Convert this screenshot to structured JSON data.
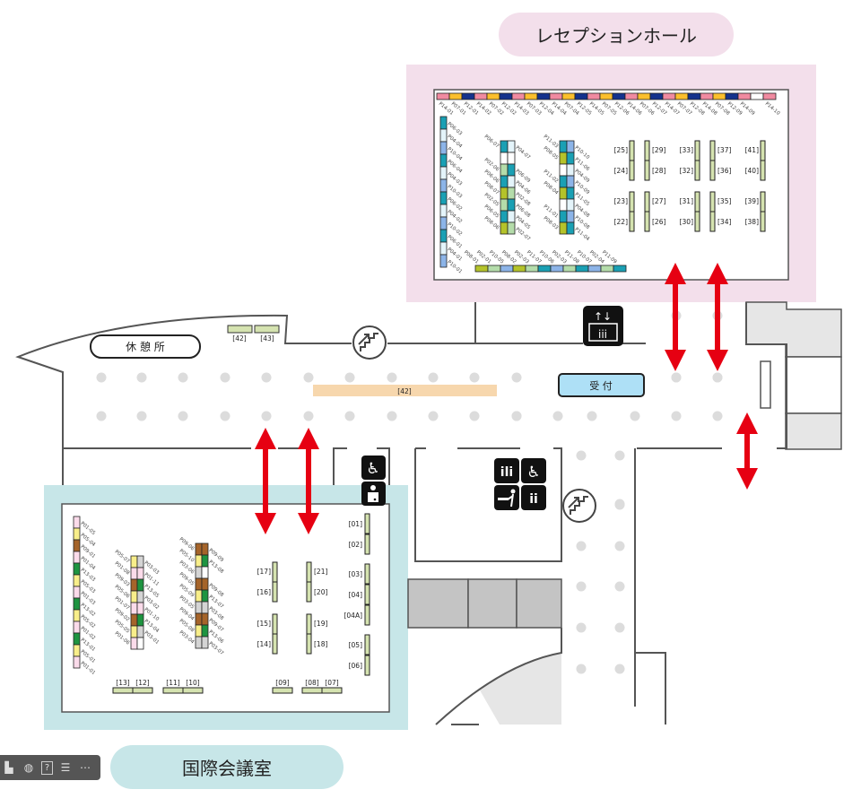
{
  "titles": {
    "reception_hall": "レセプションホール",
    "intl_conference_room": "国際会議室"
  },
  "labels": {
    "rest_area": "休 憩 所",
    "reception_desk": "受 付",
    "corridor_booth": "[42]"
  },
  "colors": {
    "reception_bg": "#f3dfeb",
    "conference_bg": "#c7e6e8",
    "arrow": "#e60012",
    "booth": "#d5e3b0",
    "corridor_booth": "#f7d7ad",
    "reception_desk": "#aee0f6",
    "pillar": "#dcdcdc",
    "wall": "#555555",
    "gray_area": "#e6e6e6",
    "pink": "#f08aa0",
    "orange": "#fbbf2c",
    "navy": "#14328c",
    "teal": "#1aa0b4",
    "lightblue": "#e4f4fa",
    "periwinkle": "#8cb4e8",
    "olive": "#b4c32a",
    "mint": "#b4dcaa",
    "lightpink": "#fbdbea",
    "yellow": "#f8ee8a",
    "brown": "#a5642a",
    "green": "#1e9440",
    "silver": "#d4d4d4",
    "white": "#ffffff"
  },
  "toolbar": {
    "items": [
      {
        "icon": "layout-icon",
        "glyph": "▙"
      },
      {
        "icon": "globe-icon",
        "glyph": "◍"
      },
      {
        "icon": "help-icon",
        "glyph": "?"
      },
      {
        "icon": "menu-icon",
        "glyph": "☰"
      },
      {
        "icon": "more-icon",
        "glyph": "⋯"
      }
    ]
  },
  "reception": {
    "top_row": [
      {
        "code": "P14-01",
        "color": "pink"
      },
      {
        "code": "P07-01",
        "color": "orange"
      },
      {
        "code": "P12-01",
        "color": "navy"
      },
      {
        "code": "P14-02",
        "color": "pink"
      },
      {
        "code": "P07-02",
        "color": "orange"
      },
      {
        "code": "P12-02",
        "color": "navy"
      },
      {
        "code": "P14-03",
        "color": "pink"
      },
      {
        "code": "P07-03",
        "color": "orange"
      },
      {
        "code": "P12-04",
        "color": "navy"
      },
      {
        "code": "P14-04",
        "color": "pink"
      },
      {
        "code": "P07-04",
        "color": "orange"
      },
      {
        "code": "P12-05",
        "color": "navy"
      },
      {
        "code": "P14-05",
        "color": "pink"
      },
      {
        "code": "P07-05",
        "color": "orange"
      },
      {
        "code": "P12-06",
        "color": "navy"
      },
      {
        "code": "P14-06",
        "color": "pink"
      },
      {
        "code": "P07-06",
        "color": "orange"
      },
      {
        "code": "P12-07",
        "color": "navy"
      },
      {
        "code": "P14-07",
        "color": "pink"
      },
      {
        "code": "P07-07",
        "color": "orange"
      },
      {
        "code": "P12-08",
        "color": "navy"
      },
      {
        "code": "P14-08",
        "color": "pink"
      },
      {
        "code": "P07-08",
        "color": "orange"
      },
      {
        "code": "P12-09",
        "color": "navy"
      },
      {
        "code": "P14-09",
        "color": "pink"
      },
      {
        "code": "",
        "color": "white"
      },
      {
        "code": "P14-10",
        "color": "pink"
      }
    ],
    "left_column": [
      {
        "code": "P06-03",
        "color": "teal"
      },
      {
        "code": "P04-04",
        "color": "lightblue"
      },
      {
        "code": "P10-04",
        "color": "periwinkle"
      },
      {
        "code": "P06-04",
        "color": "teal"
      },
      {
        "code": "P04-03",
        "color": "lightblue"
      },
      {
        "code": "P10-03",
        "color": "periwinkle"
      },
      {
        "code": "P06-02",
        "color": "teal"
      },
      {
        "code": "P04-02",
        "color": "lightblue"
      },
      {
        "code": "P10-02",
        "color": "periwinkle"
      },
      {
        "code": "P06-01",
        "color": "teal"
      },
      {
        "code": "P04-01",
        "color": "lightblue"
      },
      {
        "code": "P10-01",
        "color": "periwinkle"
      }
    ],
    "island1": {
      "left": [
        {
          "code": "P06-07",
          "color": "teal"
        },
        {
          "code": "",
          "color": "white"
        },
        {
          "code": "P02-06",
          "color": "mint"
        },
        {
          "code": "P06-06",
          "color": "teal"
        },
        {
          "code": "P08-07",
          "color": "olive"
        },
        {
          "code": "P02-05",
          "color": "mint"
        },
        {
          "code": "P06-05",
          "color": "teal"
        },
        {
          "code": "P08-06",
          "color": "olive"
        }
      ],
      "right": [
        {
          "code": "P04-07",
          "color": "lightblue"
        },
        {
          "code": "",
          "color": "white"
        },
        {
          "code": "P06-09",
          "color": "teal"
        },
        {
          "code": "P04-06",
          "color": "lightblue"
        },
        {
          "code": "P02-08",
          "color": "mint"
        },
        {
          "code": "P06-08",
          "color": "teal"
        },
        {
          "code": "P04-05",
          "color": "lightblue"
        },
        {
          "code": "P02-07",
          "color": "mint"
        }
      ]
    },
    "island2": {
      "left": [
        {
          "code": "P11-03",
          "color": "teal"
        },
        {
          "code": "P08-05",
          "color": "olive"
        },
        {
          "code": "",
          "color": "white"
        },
        {
          "code": "P11-02",
          "color": "teal"
        },
        {
          "code": "P08-04",
          "color": "olive"
        },
        {
          "code": "",
          "color": "white"
        },
        {
          "code": "P11-01",
          "color": "teal"
        },
        {
          "code": "P08-03",
          "color": "olive"
        }
      ],
      "right": [
        {
          "code": "P10-10",
          "color": "periwinkle"
        },
        {
          "code": "P11-06",
          "color": "teal"
        },
        {
          "code": "P04-09",
          "color": "lightblue"
        },
        {
          "code": "P10-09",
          "color": "periwinkle"
        },
        {
          "code": "P11-05",
          "color": "teal"
        },
        {
          "code": "P04-08",
          "color": "lightblue"
        },
        {
          "code": "P10-08",
          "color": "periwinkle"
        },
        {
          "code": "P11-04",
          "color": "teal"
        }
      ]
    },
    "bottom_row": [
      {
        "code": "P08-01",
        "color": "olive"
      },
      {
        "code": "P02-01",
        "color": "mint"
      },
      {
        "code": "P10-05",
        "color": "periwinkle"
      },
      {
        "code": "P08-02",
        "color": "olive"
      },
      {
        "code": "P02-03",
        "color": "mint"
      },
      {
        "code": "P11-07",
        "color": "teal"
      },
      {
        "code": "P10-06",
        "color": "periwinkle"
      },
      {
        "code": "P02-03",
        "color": "mint"
      },
      {
        "code": "P11-08",
        "color": "teal"
      },
      {
        "code": "P10-07",
        "color": "periwinkle"
      },
      {
        "code": "P02-04",
        "color": "mint"
      },
      {
        "code": "P11-09",
        "color": "teal"
      }
    ],
    "booth_pairs": [
      {
        "top": "[25]",
        "bottom": "[24]",
        "side": "left"
      },
      {
        "top": "[29]",
        "bottom": "[28]",
        "side": "right"
      },
      {
        "top": "[33]",
        "bottom": "[32]",
        "side": "left"
      },
      {
        "top": "[37]",
        "bottom": "[36]",
        "side": "right"
      },
      {
        "top": "[41]",
        "bottom": "[40]",
        "side": "left"
      },
      {
        "top": "[23]",
        "bottom": "[22]",
        "side": "left"
      },
      {
        "top": "[27]",
        "bottom": "[26]",
        "side": "right"
      },
      {
        "top": "[31]",
        "bottom": "[30]",
        "side": "left"
      },
      {
        "top": "[35]",
        "bottom": "[34]",
        "side": "right"
      },
      {
        "top": "[39]",
        "bottom": "[38]",
        "side": "left"
      }
    ]
  },
  "lobby_booths": [
    "[42]",
    "[43]"
  ],
  "conference": {
    "left_column": [
      {
        "code": "P01-05",
        "color": "lightpink"
      },
      {
        "code": "P05-04",
        "color": "yellow"
      },
      {
        "code": "P09-01",
        "color": "brown"
      },
      {
        "code": "P01-04",
        "color": "lightpink"
      },
      {
        "code": "P13-03",
        "color": "green"
      },
      {
        "code": "P05-03",
        "color": "yellow"
      },
      {
        "code": "P01-03",
        "color": "lightpink"
      },
      {
        "code": "P13-02",
        "color": "green"
      },
      {
        "code": "P05-02",
        "color": "yellow"
      },
      {
        "code": "P01-02",
        "color": "lightpink"
      },
      {
        "code": "P13-01",
        "color": "green"
      },
      {
        "code": "P05-01",
        "color": "yellow"
      },
      {
        "code": "P01-01",
        "color": "lightpink"
      }
    ],
    "island1": {
      "left": [
        {
          "code": "P05-07",
          "color": "yellow"
        },
        {
          "code": "P01-08",
          "color": "lightpink"
        },
        {
          "code": "P09-03",
          "color": "brown"
        },
        {
          "code": "P05-06",
          "color": "yellow"
        },
        {
          "code": "P01-07",
          "color": "lightpink"
        },
        {
          "code": "P09-02",
          "color": "brown"
        },
        {
          "code": "P05-05",
          "color": "yellow"
        },
        {
          "code": "P01-06",
          "color": "lightpink"
        }
      ],
      "right": [
        {
          "code": "P03-03",
          "color": "silver"
        },
        {
          "code": "P01-11",
          "color": "lightpink"
        },
        {
          "code": "P13-05",
          "color": "green"
        },
        {
          "code": "P03-02",
          "color": "silver"
        },
        {
          "code": "P01-10",
          "color": "lightpink"
        },
        {
          "code": "P13-04",
          "color": "green"
        },
        {
          "code": "P03-01",
          "color": "silver"
        },
        {
          "code": "",
          "color": "white"
        }
      ]
    },
    "island2": {
      "left": [
        {
          "code": "P09-06",
          "color": "brown"
        },
        {
          "code": "P05-10",
          "color": "yellow"
        },
        {
          "code": "P03-06",
          "color": "silver"
        },
        {
          "code": "P09-05",
          "color": "brown"
        },
        {
          "code": "P05-09",
          "color": "yellow"
        },
        {
          "code": "P03-05",
          "color": "silver"
        },
        {
          "code": "P09-04",
          "color": "brown"
        },
        {
          "code": "P05-08",
          "color": "yellow"
        },
        {
          "code": "P03-04",
          "color": "silver"
        }
      ],
      "right": [
        {
          "code": "P09-09",
          "color": "brown"
        },
        {
          "code": "P13-08",
          "color": "green"
        },
        {
          "code": "",
          "color": "white"
        },
        {
          "code": "P09-08",
          "color": "brown"
        },
        {
          "code": "P13-07",
          "color": "green"
        },
        {
          "code": "P03-08",
          "color": "silver"
        },
        {
          "code": "P09-07",
          "color": "brown"
        },
        {
          "code": "P13-06",
          "color": "green"
        },
        {
          "code": "P03-07",
          "color": "silver"
        }
      ]
    },
    "booth_pairs": [
      {
        "top": "[17]",
        "bottom": "[16]",
        "side": "left"
      },
      {
        "top": "[21]",
        "bottom": "[20]",
        "side": "right"
      },
      {
        "top": "[15]",
        "bottom": "[14]",
        "side": "left"
      },
      {
        "top": "[19]",
        "bottom": "[18]",
        "side": "right"
      }
    ],
    "right_column": [
      "[01]",
      "[02]",
      "[03]",
      "[04]",
      "[04A]",
      "[05]",
      "[06]"
    ],
    "bottom_booths": [
      "[13]",
      "[12]",
      "[11]",
      "[10]",
      "[09]",
      "[08]",
      "[07]"
    ]
  },
  "icons": {
    "elevator": "elevator-icon",
    "stairs": "stairs-icon",
    "wheelchair": "wheelchair-icon",
    "ostomate": "ostomate-icon",
    "restroom": "restroom-icon",
    "baby_changing": "baby-changing-icon"
  }
}
